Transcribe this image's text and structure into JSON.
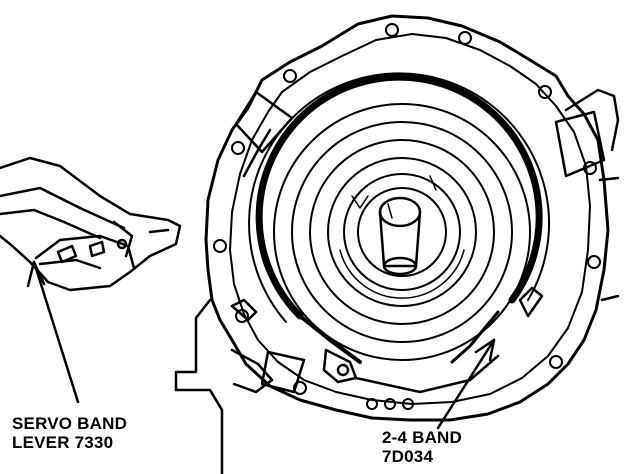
{
  "labels": {
    "servo_band_line1": "SERVO BAND",
    "servo_band_line2": "LEVER 7330",
    "band_line1": "2-4 BAND",
    "band_line2": "7D034"
  },
  "colors": {
    "ink": "#000000",
    "paper": "#ffffff"
  }
}
